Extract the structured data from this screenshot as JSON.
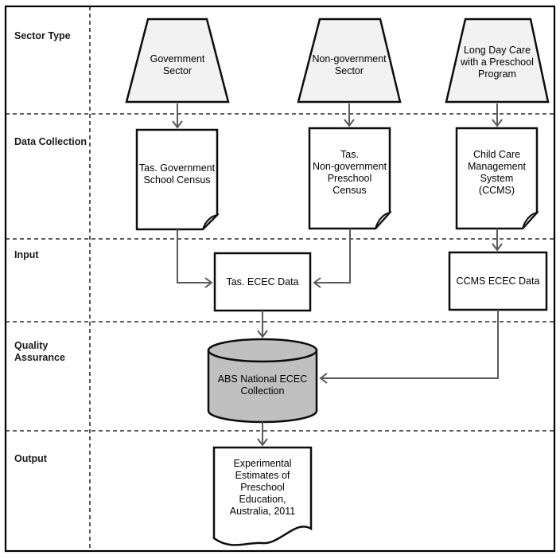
{
  "row_labels": {
    "sector_type": "Sector Type",
    "data_collection": "Data Collection",
    "input": "Input",
    "quality_assurance": "Quality\nAssurance",
    "output": "Output"
  },
  "nodes": {
    "government_sector": "Government\nSector",
    "non_government_sector": "Non-government\nSector",
    "long_day_care": "Long Day Care\nwith a Preschool\nProgram",
    "tas_government_school_census": "Tas. Government\nSchool Census",
    "tas_non_government_preschool_census": "Tas.\nNon-government\nPreschool Census",
    "ccms": "Child Care\nManagement\nSystem\n(CCMS)",
    "tas_ecec_data": "Tas. ECEC Data",
    "ccms_ecec_data": "CCMS ECEC Data",
    "abs_national_ecec_collection": "ABS National ECEC\nCollection",
    "output_publication": "Experimental\nEstimates of\nPreschool\nEducation,\nAustralia, 2011"
  },
  "colors": {
    "trapezoid_fill": "#f2f2f2",
    "document_fill": "#ffffff",
    "fold_fill": "#d9d9d9",
    "cylinder_fill": "#c0c0c0",
    "rect_fill": "#ffffff"
  }
}
